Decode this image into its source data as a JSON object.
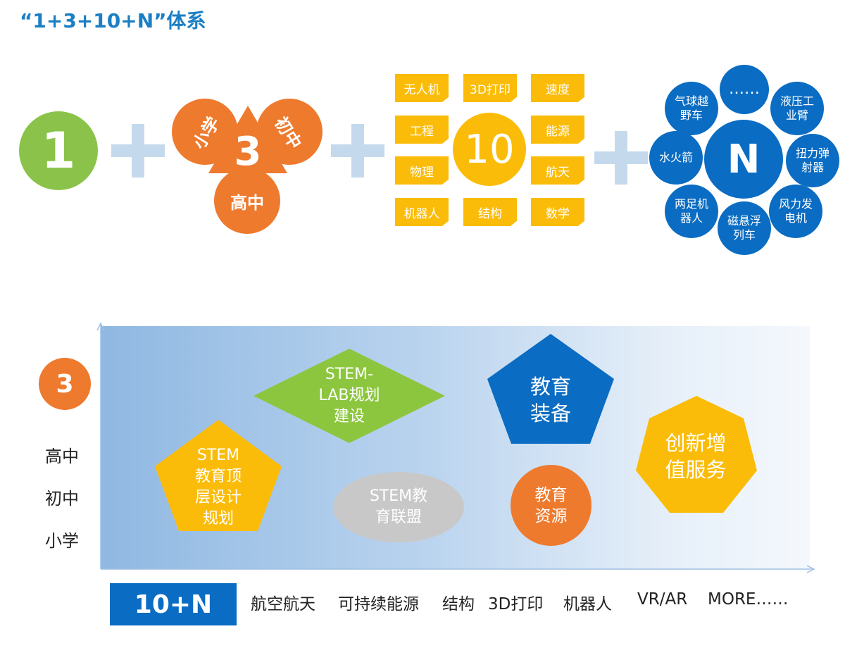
{
  "title": "“1+3+10+N”体系",
  "top": {
    "one": "1",
    "three": {
      "center": "3",
      "primary": "小学",
      "middle": "初中",
      "high": "高中"
    },
    "ten": {
      "center": "10",
      "tags": [
        "无人机",
        "3D打印",
        "速度",
        "工程",
        "能源",
        "物理",
        "航天",
        "机器人",
        "结构",
        "数学"
      ]
    },
    "n": {
      "center": "N",
      "bubbles": [
        "……",
        "液压工\n业臂",
        "扭力弹\n射器",
        "风力发\n电机",
        "磁悬浮\n列车",
        "两足机\n器人",
        "水火箭",
        "气球越\n野车"
      ]
    }
  },
  "bottom": {
    "marker": "3",
    "levels": [
      "高中",
      "初中",
      "小学"
    ],
    "shapes": {
      "stem_lab": "STEM-\nLAB规划\n建设",
      "equipment": "教育\n装备",
      "top_design": "STEM\n教育顶\n层设计\n规划",
      "alliance": "STEM教\n育联盟",
      "resources": "教育\n资源",
      "value_service": "创新增\n值服务"
    },
    "axis_label": "10+N",
    "topics": [
      "航空航天",
      "可持续能源",
      "结构",
      "3D打印",
      "机器人",
      "VR/AR",
      "MORE……"
    ]
  },
  "colors": {
    "title_blue": "#1b7fc4",
    "green": "#8bc34a",
    "orange": "#ee7a2e",
    "yellow": "#fbbc09",
    "blue": "#0a6cc2",
    "gray": "#c8c8c8",
    "plus": "#c5d9ec",
    "lime": "#8cc63f"
  }
}
